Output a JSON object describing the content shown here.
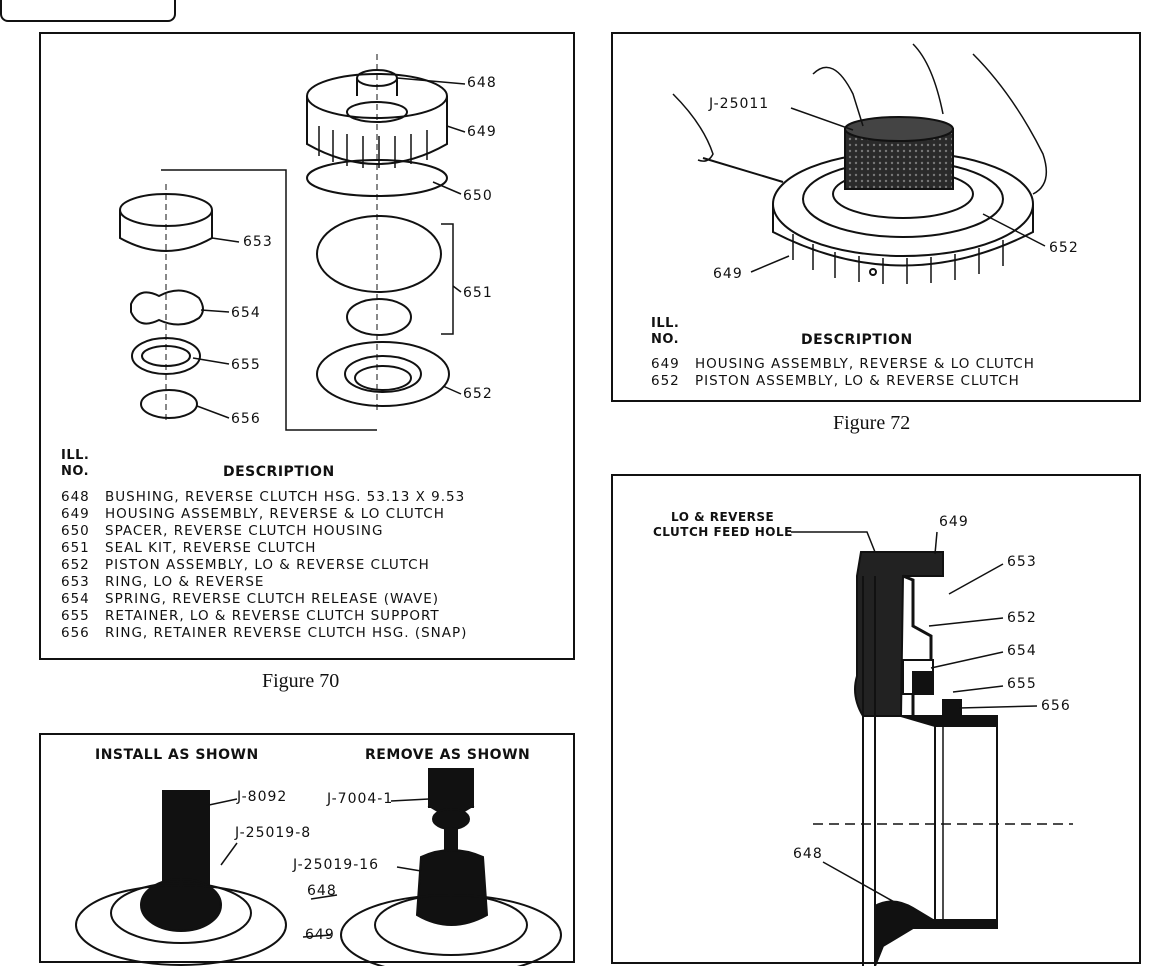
{
  "figure70": {
    "caption": "Figure 70",
    "part_labels": {
      "p648": "648",
      "p649": "649",
      "p650": "650",
      "p651": "651",
      "p652": "652",
      "p653": "653",
      "p654": "654",
      "p655": "655",
      "p656": "656"
    },
    "ill_header": "ILL.",
    "no_header": "NO.",
    "desc_header": "DESCRIPTION",
    "items": [
      {
        "no": "648",
        "desc": "BUSHING, REVERSE CLUTCH HSG. 53.13 X 9.53"
      },
      {
        "no": "649",
        "desc": "HOUSING ASSEMBLY, REVERSE & LO CLUTCH"
      },
      {
        "no": "650",
        "desc": "SPACER, REVERSE CLUTCH HOUSING"
      },
      {
        "no": "651",
        "desc": "SEAL KIT, REVERSE CLUTCH"
      },
      {
        "no": "652",
        "desc": "PISTON ASSEMBLY, LO & REVERSE CLUTCH"
      },
      {
        "no": "653",
        "desc": "RING, LO & REVERSE"
      },
      {
        "no": "654",
        "desc": "SPRING, REVERSE CLUTCH RELEASE (WAVE)"
      },
      {
        "no": "655",
        "desc": "RETAINER, LO & REVERSE CLUTCH SUPPORT"
      },
      {
        "no": "656",
        "desc": "RING, RETAINER REVERSE CLUTCH HSG. (SNAP)"
      }
    ]
  },
  "figure72": {
    "caption": "Figure 72",
    "tool_label": "J-25011",
    "part_labels": {
      "p649": "649",
      "p652": "652"
    },
    "ill_header": "ILL.",
    "no_header": "NO.",
    "desc_header": "DESCRIPTION",
    "items": [
      {
        "no": "649",
        "desc": "HOUSING ASSEMBLY, REVERSE & LO CLUTCH"
      },
      {
        "no": "652",
        "desc": "PISTON ASSEMBLY, LO & REVERSE CLUTCH"
      }
    ]
  },
  "figure71": {
    "install_header": "INSTALL AS SHOWN",
    "remove_header": "REMOVE AS SHOWN",
    "labels": {
      "j8092": "J-8092",
      "j7004": "J-7004-1",
      "j25019_8": "J-25019-8",
      "j25019_16": "J-25019-16",
      "p648": "648",
      "p649": "649"
    }
  },
  "figure73": {
    "feed_hole_line1": "LO & REVERSE",
    "feed_hole_line2": "CLUTCH FEED HOLE",
    "part_labels": {
      "p649": "649",
      "p653": "653",
      "p652": "652",
      "p654": "654",
      "p655": "655",
      "p656": "656",
      "p648": "648"
    }
  }
}
